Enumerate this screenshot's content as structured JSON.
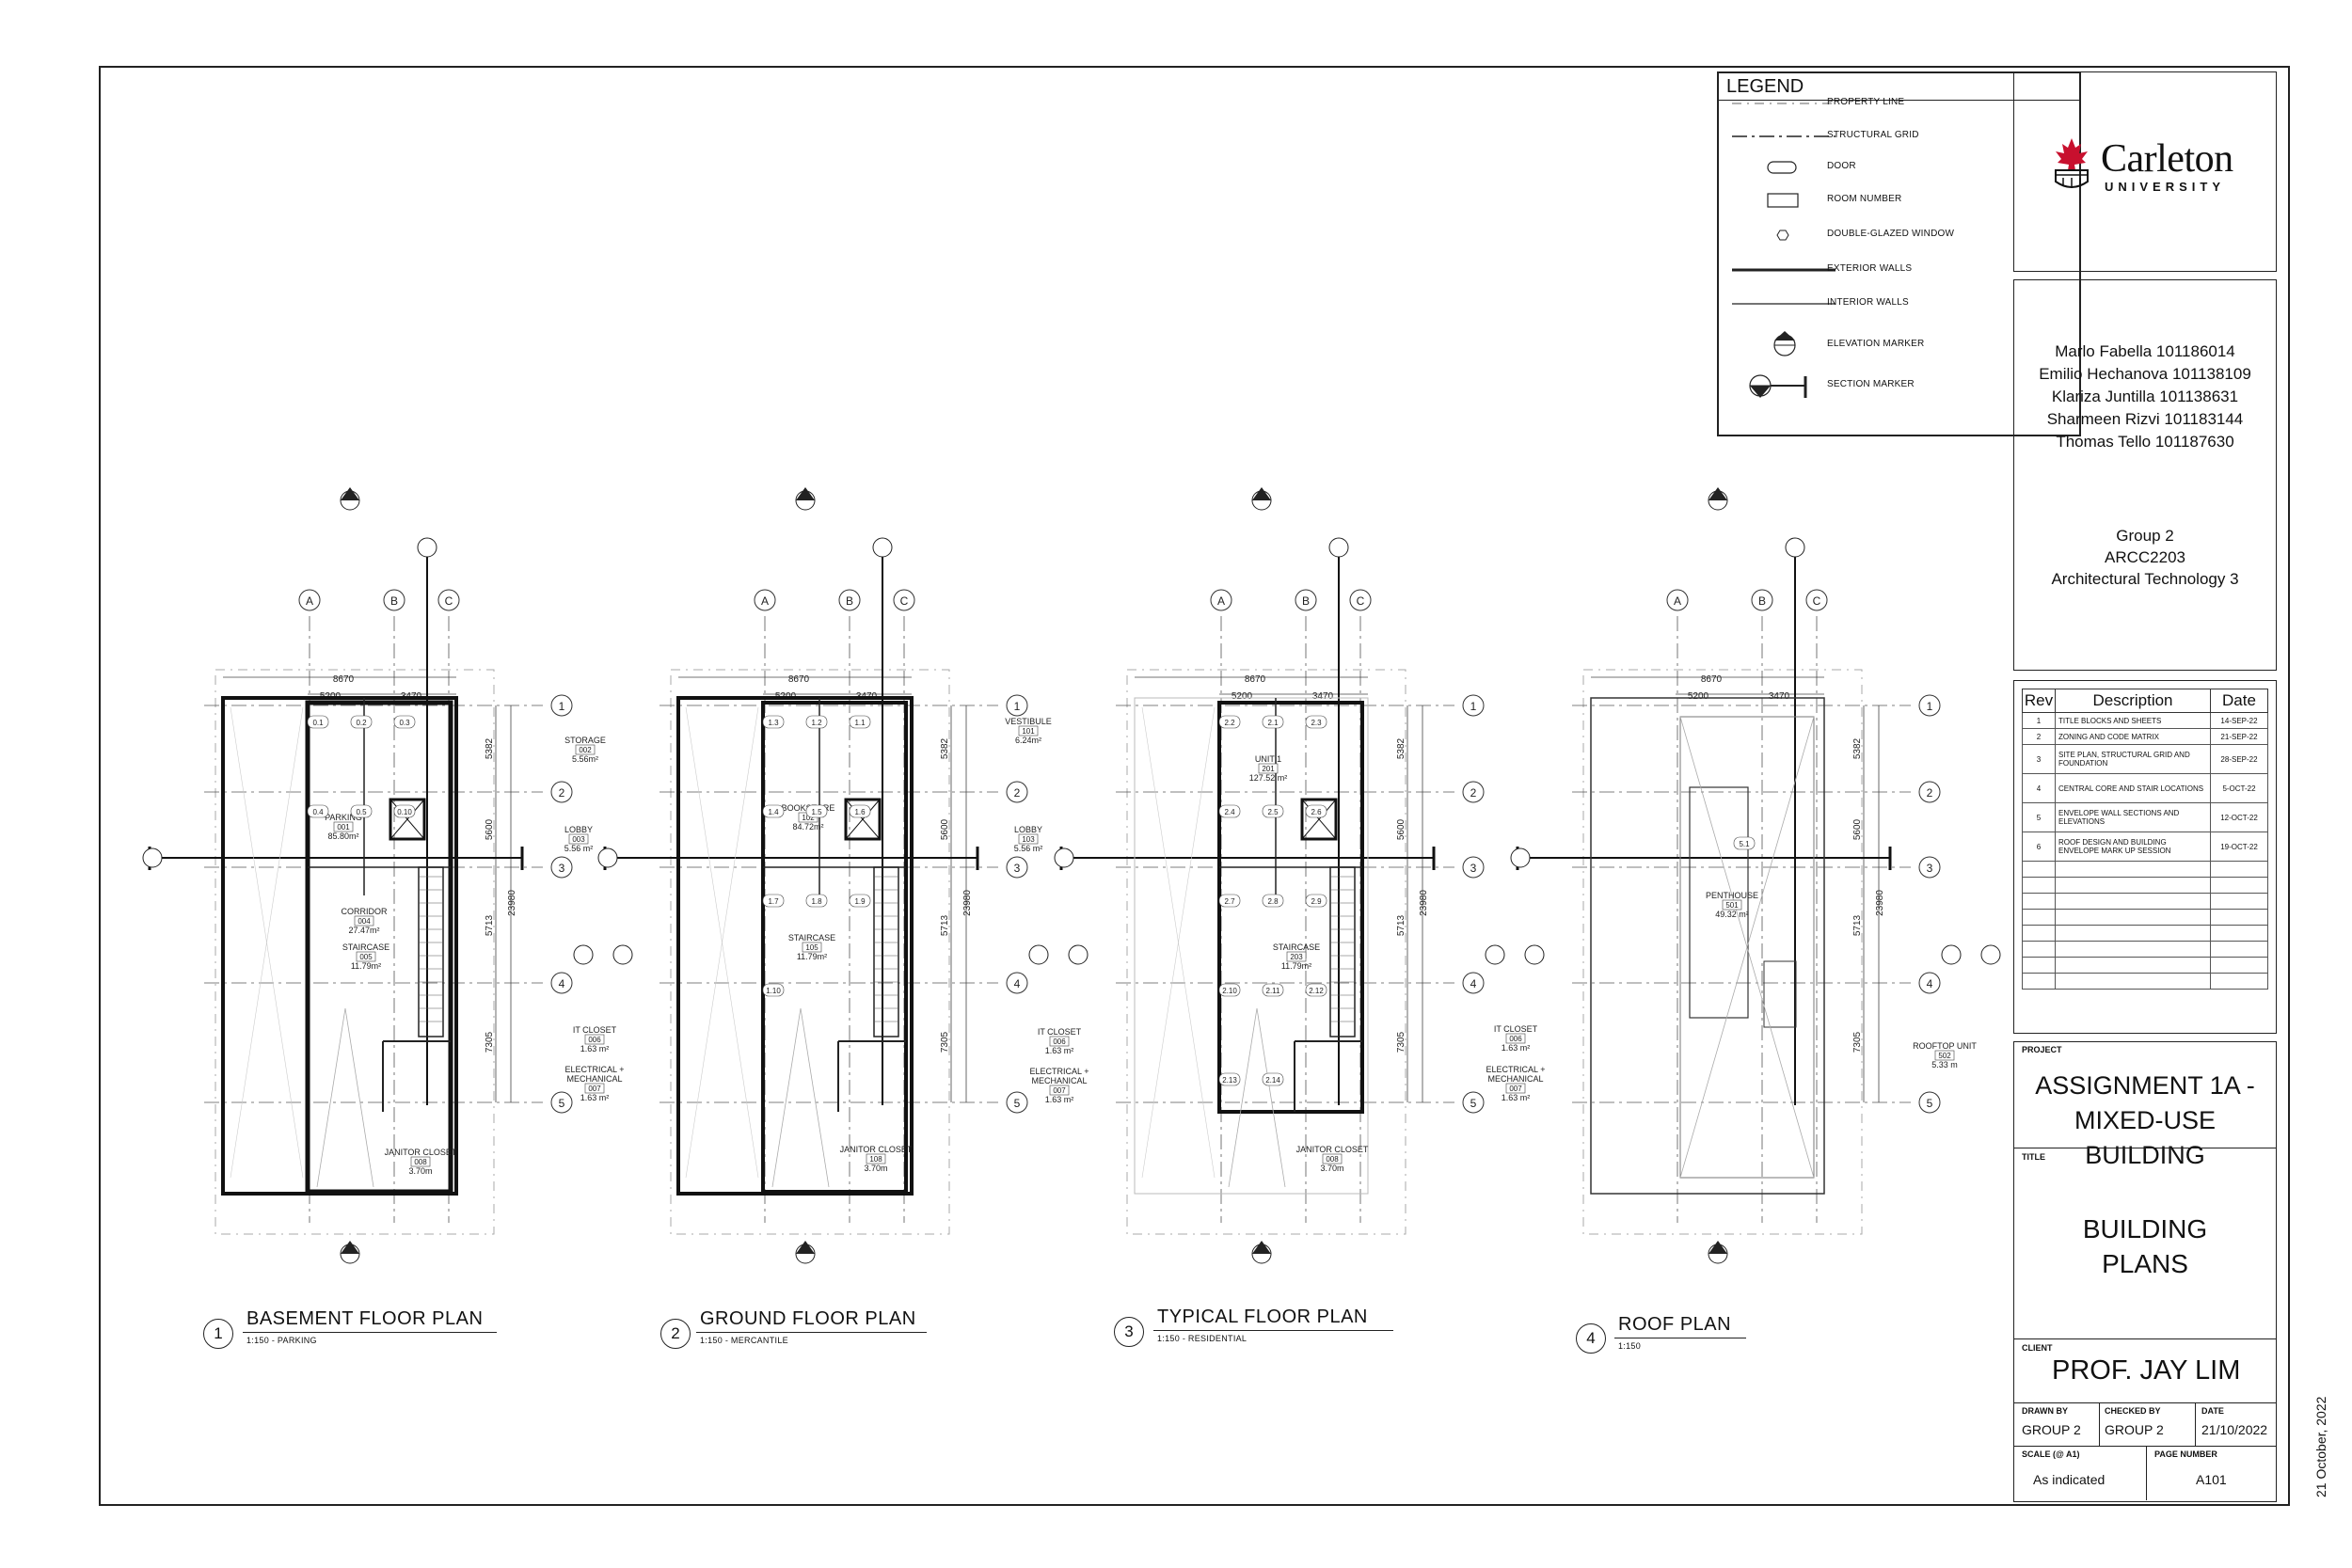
{
  "legend": {
    "title": "LEGEND",
    "items": [
      {
        "label": "PROPERTY LINE",
        "symbol": "dash-dot-line"
      },
      {
        "label": "STRUCTURAL GRID",
        "symbol": "long-dash-dot-line"
      },
      {
        "label": "DOOR",
        "symbol": "door-tag"
      },
      {
        "label": "ROOM NUMBER",
        "symbol": "room-tag"
      },
      {
        "label": "DOUBLE-GLAZED WINDOW",
        "symbol": "window-tag"
      },
      {
        "label": "EXTERIOR WALLS",
        "symbol": "thick-line"
      },
      {
        "label": "INTERIOR WALLS",
        "symbol": "thin-line"
      },
      {
        "label": "ELEVATION MARKER",
        "symbol": "elevation-marker"
      },
      {
        "label": "SECTION MARKER",
        "symbol": "section-marker"
      }
    ]
  },
  "institution": {
    "name": "Carleton",
    "subname": "UNIVERSITY",
    "brand_color": "#c8102e"
  },
  "authors": [
    "Marlo Fabella 101186014",
    "Emilio Hechanova 101138109",
    "Klariza Juntilla 101138631",
    "Sharmeen Rizvi 101183144",
    "Thomas Tello 101187630"
  ],
  "group": {
    "name": "Group 2",
    "course_code": "ARCC2203",
    "course_name": "Architectural Technology 3"
  },
  "revisions": {
    "headers": [
      "Rev",
      "Description",
      "Date"
    ],
    "rows": [
      {
        "rev": "1",
        "description": "TITLE BLOCKS AND SHEETS",
        "date": "14-SEP-22"
      },
      {
        "rev": "2",
        "description": "ZONING AND CODE MATRIX",
        "date": "21-SEP-22"
      },
      {
        "rev": "3",
        "description": "SITE PLAN, STRUCTURAL GRID AND FOUNDATION",
        "date": "28-SEP-22"
      },
      {
        "rev": "4",
        "description": "CENTRAL CORE AND STAIR LOCATIONS",
        "date": "5-OCT-22"
      },
      {
        "rev": "5",
        "description": "ENVELOPE WALL SECTIONS AND ELEVATIONS",
        "date": "12-OCT-22"
      },
      {
        "rev": "6",
        "description": "ROOF DESIGN AND BUILDING ENVELOPE MARK UP SESSION",
        "date": "19-OCT-22"
      }
    ]
  },
  "project": {
    "label": "PROJECT",
    "name_line1": "ASSIGNMENT 1A -",
    "name_line2": "MIXED-USE BUILDING"
  },
  "title": {
    "label": "TITLE",
    "line1": "BUILDING",
    "line2": "PLANS"
  },
  "client": {
    "label": "CLIENT",
    "name": "PROF. JAY LIM"
  },
  "drawn_by": {
    "label": "DRAWN BY",
    "value": "GROUP 2"
  },
  "checked_by": {
    "label": "CHECKED BY",
    "value": "GROUP 2"
  },
  "date": {
    "label": "DATE",
    "value": "21/10/2022"
  },
  "scale": {
    "label": "SCALE (@ A1)",
    "value": "As indicated"
  },
  "page_number": {
    "label": "PAGE NUMBER",
    "value": "A101"
  },
  "print_date": "21 October, 2022",
  "grid": {
    "columns": [
      "A",
      "B",
      "C"
    ],
    "rows": [
      "1",
      "2",
      "3",
      "4",
      "5"
    ],
    "dims_top": [
      "8670",
      "5200",
      "3470"
    ],
    "dims_side": [
      "5382",
      "5600",
      "5713",
      "7305",
      "23980"
    ]
  },
  "plans": [
    {
      "number": "1",
      "title": "BASEMENT FLOOR PLAN",
      "subtitle": "1:150 - PARKING",
      "rooms": [
        {
          "name": "STORAGE",
          "num": "002",
          "area": "5.56m²"
        },
        {
          "name": "PARKING",
          "num": "001",
          "area": "85.80m²"
        },
        {
          "name": "LOBBY",
          "num": "003",
          "area": "5.56 m²"
        },
        {
          "name": "CORRIDOR",
          "num": "004",
          "area": "27.47m²"
        },
        {
          "name": "STAIRCASE",
          "num": "005",
          "area": "11.79m²"
        },
        {
          "name": "IT CLOSET",
          "num": "006",
          "area": "1.63 m²"
        },
        {
          "name": "ELECTRICAL + MECHANICAL",
          "num": "007",
          "area": "1.63 m²"
        },
        {
          "name": "JANITOR CLOSET",
          "num": "008",
          "area": "3.70m"
        }
      ],
      "doors": [
        "0.1",
        "0.2",
        "0.3",
        "0.4",
        "0.5",
        "0.10"
      ]
    },
    {
      "number": "2",
      "title": "GROUND FLOOR PLAN",
      "subtitle": "1:150 - MERCANTILE",
      "rooms": [
        {
          "name": "VESTIBULE",
          "num": "101",
          "area": "6.24m²"
        },
        {
          "name": "BOOKSTORE",
          "num": "102",
          "area": "84.72m²"
        },
        {
          "name": "LOBBY",
          "num": "103",
          "area": "5.56 m²"
        },
        {
          "name": "STAIRCASE",
          "num": "105",
          "area": "11.79m²"
        },
        {
          "name": "IT CLOSET",
          "num": "006",
          "area": "1.63 m²"
        },
        {
          "name": "ELECTRICAL + MECHANICAL",
          "num": "007",
          "area": "1.63 m²"
        },
        {
          "name": "JANITOR CLOSET",
          "num": "108",
          "area": "3.70m"
        }
      ],
      "doors": [
        "1.3",
        "1.2",
        "1.1",
        "1.4",
        "1.5",
        "1.6",
        "1.7",
        "1.8",
        "1.9",
        "1.10"
      ]
    },
    {
      "number": "3",
      "title": "TYPICAL FLOOR PLAN",
      "subtitle": "1:150 - RESIDENTIAL",
      "rooms": [
        {
          "name": "UNIT 1",
          "num": "201",
          "area": "127.52 m²"
        },
        {
          "name": "STAIRCASE",
          "num": "203",
          "area": "11.79m²"
        },
        {
          "name": "IT CLOSET",
          "num": "006",
          "area": "1.63 m²"
        },
        {
          "name": "ELECTRICAL + MECHANICAL",
          "num": "007",
          "area": "1.63 m²"
        },
        {
          "name": "JANITOR CLOSET",
          "num": "008",
          "area": "3.70m"
        }
      ],
      "doors": [
        "2.2",
        "2.1",
        "2.3",
        "2.4",
        "2.5",
        "2.6",
        "2.7",
        "2.8",
        "2.9",
        "2.10",
        "2.11",
        "2.12",
        "2.13",
        "2.14"
      ]
    },
    {
      "number": "4",
      "title": "ROOF PLAN",
      "subtitle": "1:150",
      "rooms": [
        {
          "name": "PENTHOUSE",
          "num": "501",
          "area": "49.32 m²"
        },
        {
          "name": "ROOFTOP UNIT",
          "num": "502",
          "area": "5.33 m"
        }
      ],
      "doors": [
        "5.1"
      ]
    }
  ]
}
